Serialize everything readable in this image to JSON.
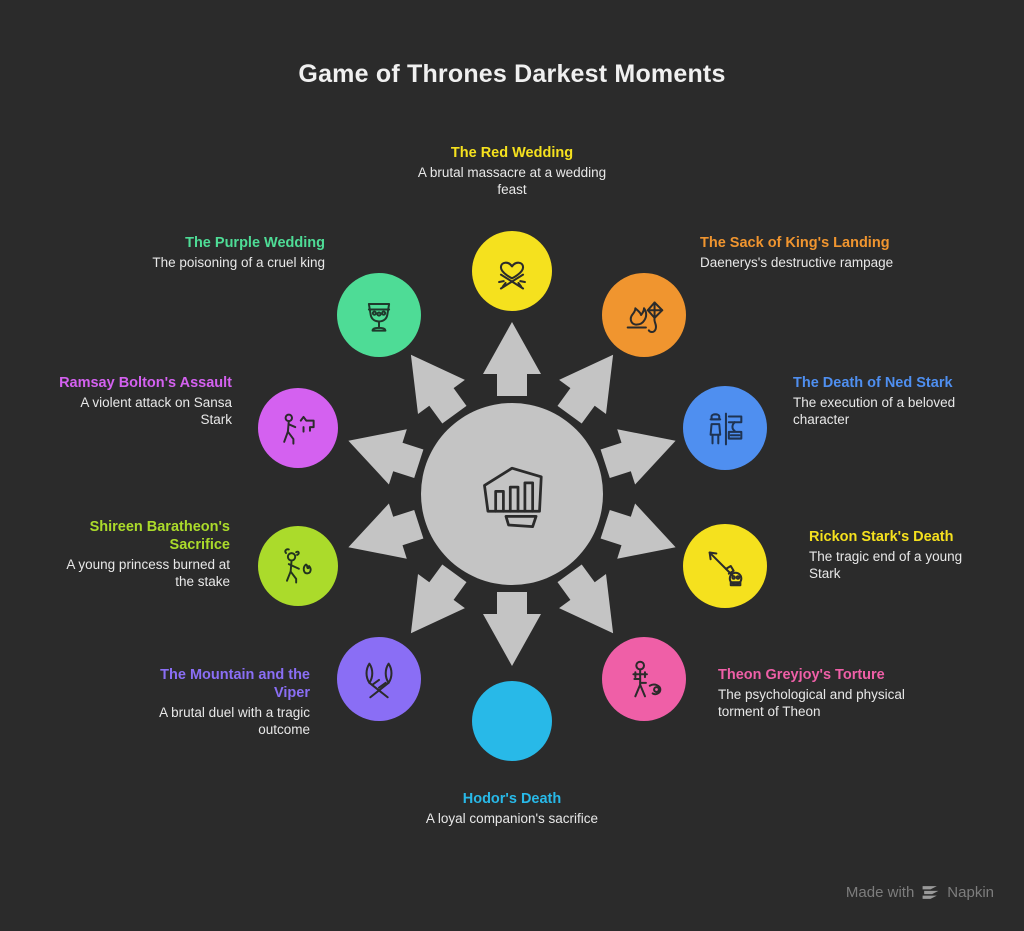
{
  "page": {
    "title": "Game of Thrones Darkest Moments",
    "background_color": "#2b2b2b",
    "title_color": "#f0f0f0"
  },
  "hub": {
    "name": "central-hub",
    "icon": "fist-icon",
    "fill_color": "#c4c4c4",
    "stroke_color": "#2b2b2b"
  },
  "arrows": {
    "color": "#c4c4c4",
    "count": 10
  },
  "watermark": {
    "text_before": "Made with",
    "brand": "Napkin",
    "icon": "napkin-logo-icon",
    "color": "#7d7d7d"
  },
  "chart_data": {
    "type": "radial-hub-diagram",
    "title": "Game of Thrones Darkest Moments",
    "center_label": "",
    "node_count": 10,
    "nodes": [
      {
        "id": "red-wedding",
        "title": "The Red Wedding",
        "desc": "A brutal massacre at a wedding feast",
        "color": "#f5e11e",
        "icon": "heart-crossed-swords-icon",
        "angle_deg": 90,
        "position": "top"
      },
      {
        "id": "purple-wedding",
        "title": "The Purple Wedding",
        "desc": "The poisoning of a cruel king",
        "color": "#4edc96",
        "icon": "goblet-icon",
        "angle_deg": 126,
        "position": "upper-left"
      },
      {
        "id": "sack-kings-landing",
        "title": "The Sack of King's Landing",
        "desc": "Daenerys's destructive rampage",
        "color": "#f0952f",
        "icon": "fire-kite-icon",
        "angle_deg": 54,
        "position": "upper-right"
      },
      {
        "id": "ramsay-bolton-assault",
        "title": "Ramsay Bolton's Assault",
        "desc": "A violent attack on Sansa Stark",
        "color": "#d461f0",
        "icon": "person-fleeing-dog-icon",
        "angle_deg": 162,
        "position": "left-upper"
      },
      {
        "id": "death-of-ned-stark",
        "title": "The Death of Ned Stark",
        "desc": "The execution of a beloved character",
        "color": "#4f8ff0",
        "icon": "executioner-block-icon",
        "angle_deg": 18,
        "position": "right-upper"
      },
      {
        "id": "shireen-baratheon-sacrifice",
        "title": "Shireen Baratheon's Sacrifice",
        "desc": "A young princess burned at the stake",
        "color": "#abdb2b",
        "icon": "burning-child-icon",
        "angle_deg": 198,
        "position": "left-lower"
      },
      {
        "id": "rickon-stark-death",
        "title": "Rickon Stark's Death",
        "desc": "The tragic end of a young Stark",
        "color": "#f5e11e",
        "icon": "arrow-skull-icon",
        "angle_deg": 342,
        "position": "right-lower"
      },
      {
        "id": "mountain-and-viper",
        "title": "The Mountain and the Viper",
        "desc": "A brutal duel with a tragic outcome",
        "color": "#8a6ef5",
        "icon": "crossed-spears-icon",
        "angle_deg": 234,
        "position": "lower-left"
      },
      {
        "id": "theon-greyjoy-torture",
        "title": "Theon Greyjoy's Torture",
        "desc": "The psychological and physical torment of Theon",
        "color": "#ef5fa7",
        "icon": "tortured-figure-icon",
        "angle_deg": 306,
        "position": "lower-right"
      },
      {
        "id": "hodor-death",
        "title": "Hodor's Death",
        "desc": "A loyal companion's sacrifice",
        "color": "#28b9e8",
        "icon": "door-holder-icon",
        "angle_deg": 270,
        "position": "bottom"
      }
    ]
  }
}
